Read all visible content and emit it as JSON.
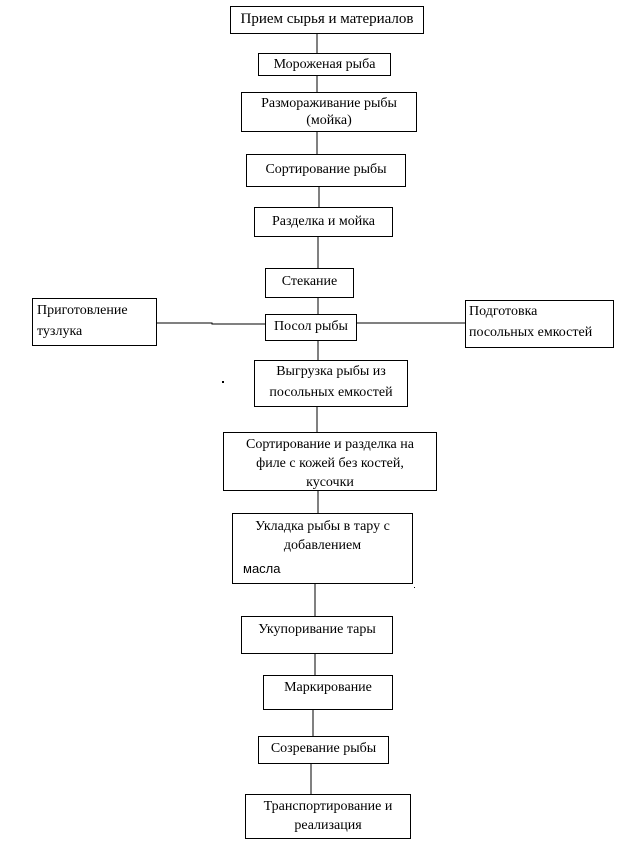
{
  "flowchart": {
    "steps": [
      {
        "id": "priem",
        "text": "Прием сырья  и материалов"
      },
      {
        "id": "morozh",
        "text": "Мороженая рыба"
      },
      {
        "id": "razmor",
        "line1": "Размораживание рыбы",
        "line2": "(мойка)"
      },
      {
        "id": "sort1",
        "text": "Сортирование рыбы"
      },
      {
        "id": "razdelka",
        "text": "Разделка и мойка"
      },
      {
        "id": "stekanie",
        "text": "Стекание"
      },
      {
        "id": "posol",
        "text": "Посол рыбы"
      },
      {
        "id": "vygruzka",
        "line1": "Выгрузка рыбы из",
        "line2": "посольных емкостей"
      },
      {
        "id": "sort2",
        "line1": "Сортирование и разделка на",
        "line2": "филе с кожей без костей,",
        "line3": "кусочки"
      },
      {
        "id": "ukladka",
        "line1": "Укладка рыбы в тару с",
        "line2": "добавлением",
        "line3": "масла"
      },
      {
        "id": "ukuporka",
        "text": "Укупоривание тары"
      },
      {
        "id": "markir",
        "text": "Маркирование"
      },
      {
        "id": "sozrev",
        "text": "Созревание рыбы"
      },
      {
        "id": "transport",
        "line1": "Транспортирование и",
        "line2": "реализация"
      }
    ],
    "side": {
      "tuzluk": {
        "line1": "Приготовление",
        "line2": "тузлука"
      },
      "emkosti": {
        "line1": "Подготовка",
        "line2": "посольных емкостей"
      }
    }
  }
}
